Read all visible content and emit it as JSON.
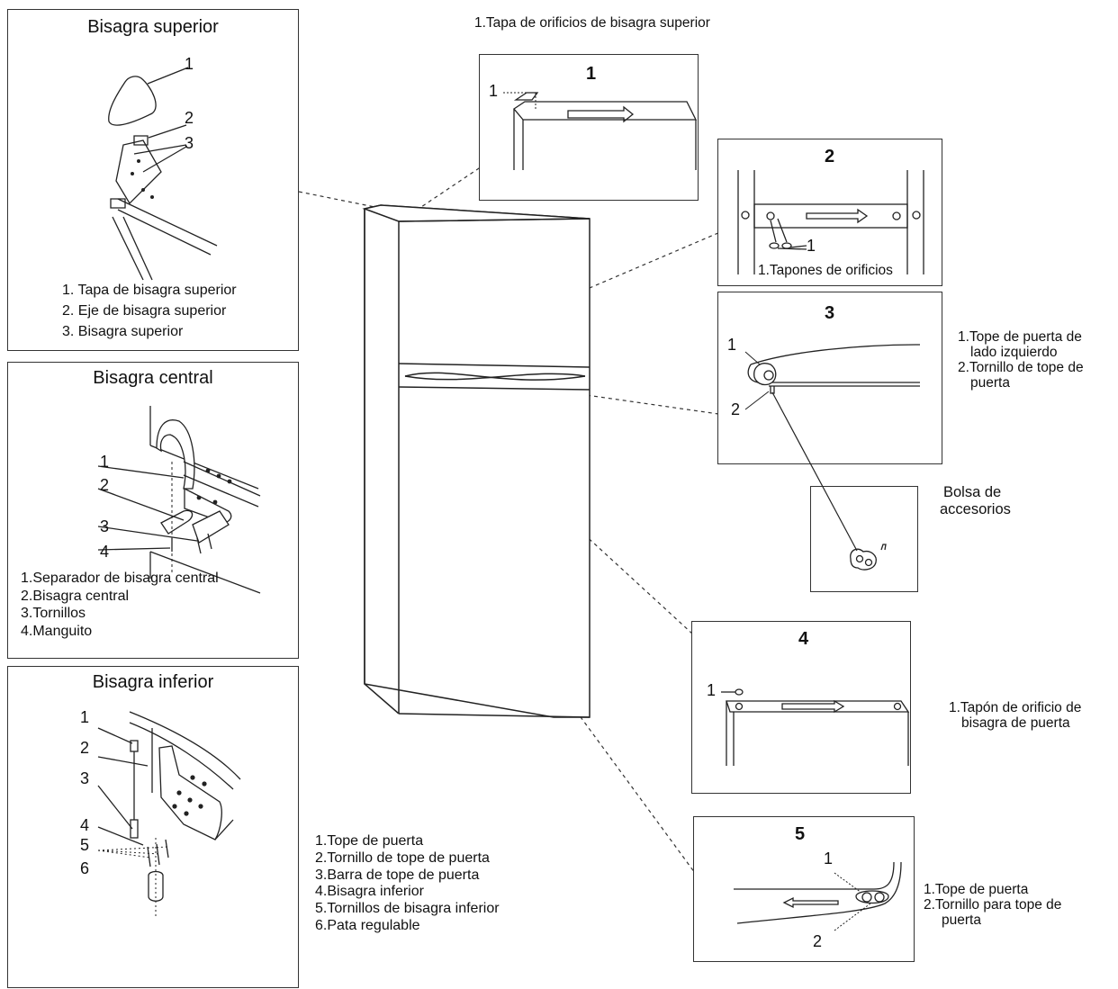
{
  "step1_caption": "1.Tapa de orificios de bisagra superior",
  "upper": {
    "title": "Bisagra superior",
    "callouts": [
      "1",
      "2",
      "3"
    ],
    "legend": [
      "1. Tapa de bisagra superior",
      "2. Eje de bisagra superior",
      "3. Bisagra superior"
    ]
  },
  "middle": {
    "title": "Bisagra central",
    "callouts": [
      "1",
      "2",
      "3",
      "4"
    ],
    "legend": [
      "1.Separador de bisagra central",
      "2.Bisagra central",
      "3.Tornillos",
      "4.Manguito"
    ]
  },
  "lower": {
    "title": "Bisagra inferior",
    "callouts": [
      "1",
      "2",
      "3",
      "4",
      "5",
      "6"
    ],
    "legend": [
      "1.Tope de puerta",
      "2.Tornillo de tope de puerta",
      "3.Barra de tope de puerta",
      "4.Bisagra inferior",
      "5.Tornillos de bisagra inferior",
      "6.Pata regulable"
    ]
  },
  "steps": {
    "s1": {
      "num": "1",
      "callouts": [
        "1"
      ]
    },
    "s2": {
      "num": "2",
      "callouts": [
        "1"
      ],
      "label": "1.Tapones de orificios"
    },
    "s3": {
      "num": "3",
      "callouts": [
        "1",
        "2"
      ],
      "side": [
        "1.Tope de puerta de",
        "lado izquierdo",
        "2.Tornillo de tope de",
        "puerta"
      ]
    },
    "bag": {
      "label": [
        "Bolsa de",
        "accesorios"
      ]
    },
    "s4": {
      "num": "4",
      "callouts": [
        "1"
      ],
      "side": [
        "1.Tapón de orificio de",
        "bisagra de puerta"
      ]
    },
    "s5": {
      "num": "5",
      "callouts": [
        "1",
        "2"
      ],
      "side": [
        "1.Tope de puerta",
        "2.Tornillo para tope de",
        "puerta"
      ]
    }
  }
}
